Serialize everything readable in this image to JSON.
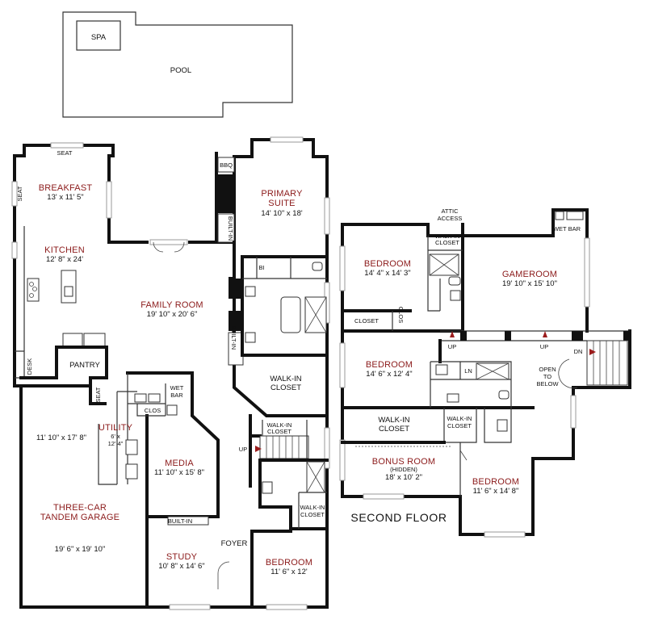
{
  "floor_labels": {
    "second": "SECOND FLOOR"
  },
  "outdoor": {
    "spa": "SPA",
    "pool": "POOL"
  },
  "rooms": {
    "breakfast": {
      "name": "BREAKFAST",
      "dims": "13' x 11' 5\""
    },
    "kitchen": {
      "name": "KITCHEN",
      "dims": "12' 8\" x 24'"
    },
    "family": {
      "name": "FAMILY ROOM",
      "dims": "19' 10\" x 20' 6\""
    },
    "primary": {
      "name1": "PRIMARY",
      "name2": "SUITE",
      "dims": "14' 10\" x 18'"
    },
    "utility": {
      "name": "UTILITY",
      "dims1": "6' x",
      "dims2": "12' 4\""
    },
    "media": {
      "name": "MEDIA",
      "dims": "11' 10\" x 15' 8\""
    },
    "garage": {
      "dims_top": "11' 10\" x 17' 8\"",
      "name1": "THREE-CAR",
      "name2": "TANDEM GARAGE",
      "dims": "19' 6\" x 19' 10\""
    },
    "study": {
      "name": "STUDY",
      "dims": "10' 8\" x 14' 6\""
    },
    "bedroom_main": {
      "name": "BEDROOM",
      "dims": "11' 6\" x 12'"
    },
    "bedroom_up1": {
      "name": "BEDROOM",
      "dims": "14' 4\" x 14' 3\""
    },
    "gameroom": {
      "name": "GAMEROOM",
      "dims": "19' 10\" x 15' 10\""
    },
    "bedroom_up2": {
      "name": "BEDROOM",
      "dims": "14' 6\" x 12' 4\""
    },
    "bonus": {
      "name": "BONUS ROOM",
      "note": "(HIDDEN)",
      "dims": "18' x 10' 2\""
    },
    "bedroom_up3": {
      "name": "BEDROOM",
      "dims": "11' 6\" x 14' 8\""
    }
  },
  "labels": {
    "seat_top": "SEAT",
    "seat_left": "SEAT",
    "seat_garage": "SEAT",
    "desk": "DESK",
    "pantry": "PANTRY",
    "bbq": "BBQ",
    "built_in_primary": "BUILT-IN",
    "built_in_family": "BUILT-IN",
    "built_in_study": "BUILT-IN",
    "bi": "BI",
    "walkin_closet_primary1": "WALK-IN",
    "walkin_closet_primary2": "CLOSET",
    "walkin_stair1": "WALK-IN",
    "walkin_stair2": "CLOSET",
    "walkin_bed1": "WALK-IN",
    "walkin_bed2": "CLOSET",
    "wet_bar_main1": "WET",
    "wet_bar_main2": "BAR",
    "clos_main": "CLOS",
    "up_main": "UP",
    "foyer": "FOYER",
    "attic1": "ATTIC",
    "attic2": "ACCESS",
    "walkin_up1a": "WALK-IN",
    "walkin_up1b": "CLOSET",
    "wet_bar_up": "WET BAR",
    "closet_up": "CLOSET",
    "clos_up": "CLOS",
    "up_stair1": "UP",
    "up_stair2": "UP",
    "dn": "DN",
    "ln": "LN",
    "open1": "OPEN",
    "open2": "TO",
    "open3": "BELOW",
    "walkin_up2a": "WALK-IN",
    "walkin_up2b": "CLOSET",
    "walkin_up3a": "WALK-IN",
    "walkin_up3b": "CLOSET"
  }
}
